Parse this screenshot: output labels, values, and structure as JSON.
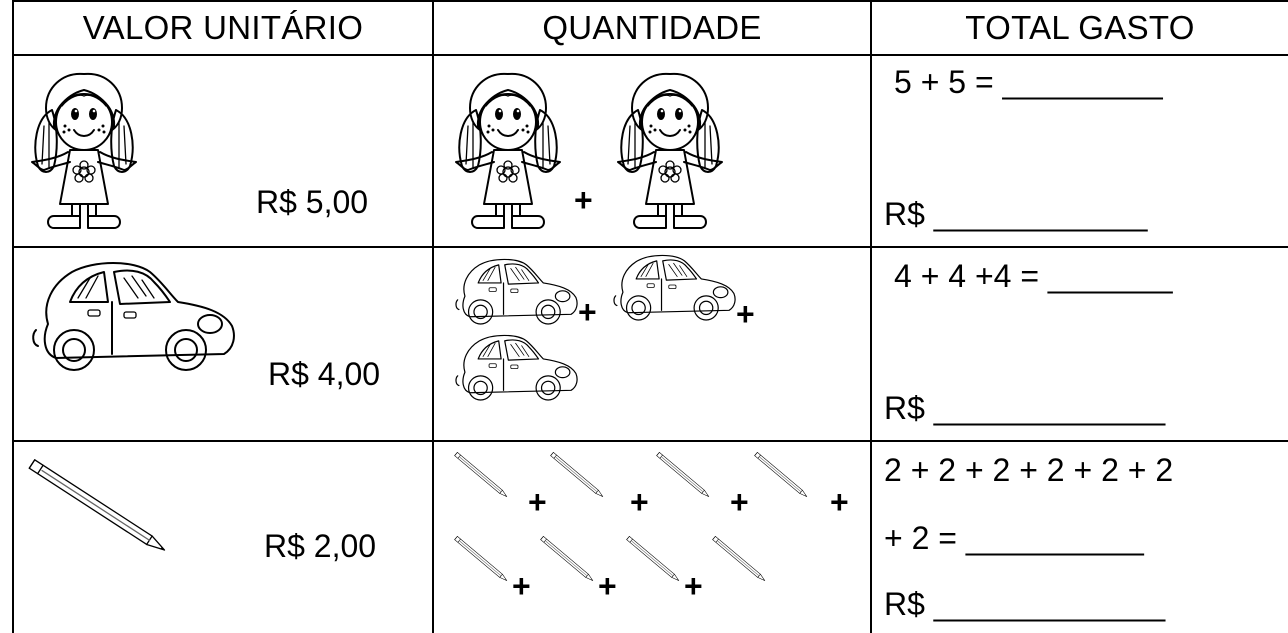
{
  "headers": {
    "unit_value": "VALOR UNITÁRIO",
    "quantity": "QUANTIDADE",
    "total": "TOTAL GASTO"
  },
  "rows": [
    {
      "item_icon": "doll-icon",
      "price": "R$ 5,00",
      "plus_signs": [
        "+"
      ],
      "equation": "5 + 5 = _________",
      "currency_line": "R$ ____________"
    },
    {
      "item_icon": "car-icon",
      "price": "R$ 4,00",
      "plus_signs": [
        "+",
        "+"
      ],
      "equation": "4 + 4 +4 = _______",
      "currency_line": "R$ _____________"
    },
    {
      "item_icon": "pencil-icon",
      "price": "R$ 2,00",
      "plus_signs": [
        "+",
        "+",
        "+",
        "+",
        "+",
        "+",
        "+"
      ],
      "equation_line1": "2 + 2 + 2 + 2 + 2 + 2",
      "equation_line2": "+ 2 = __________",
      "currency_line": "R$ _____________"
    }
  ]
}
